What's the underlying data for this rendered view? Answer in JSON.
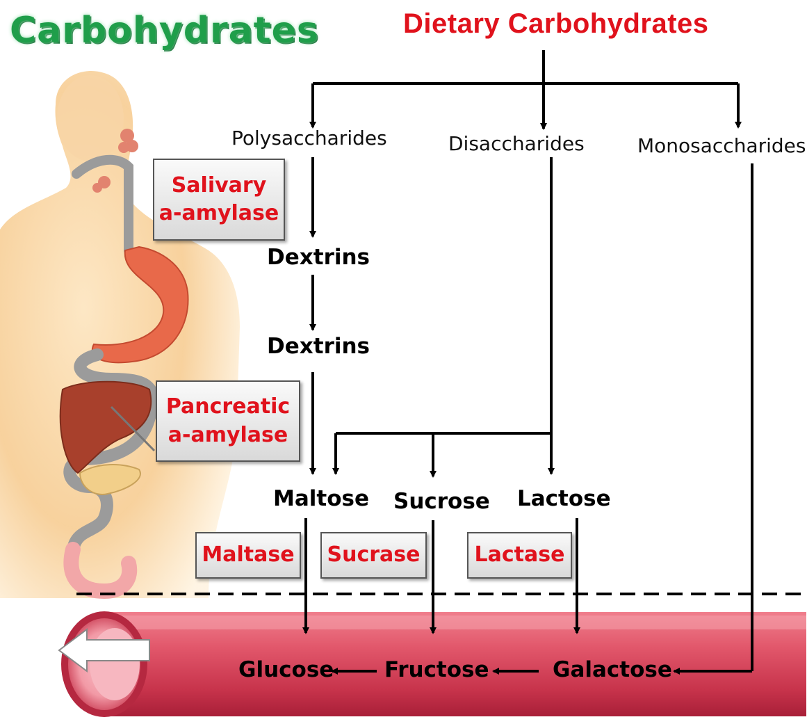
{
  "title": "Carbohydrates",
  "heading": "Dietary Carbohydrates",
  "categories": {
    "polysaccharides": "Polysaccharides",
    "disaccharides": "Disaccharides",
    "monosaccharides": "Monosaccharides"
  },
  "intermediates": {
    "dextrins_1": "Dextrins",
    "dextrins_2": "Dextrins",
    "maltose": "Maltose",
    "sucrose": "Sucrose",
    "lactose": "Lactose"
  },
  "enzymes": {
    "salivary_line1": "Salivary",
    "salivary_line2": "a-amylase",
    "pancreatic_line1": "Pancreatic",
    "pancreatic_line2": "a-amylase",
    "maltase": "Maltase",
    "sucrase": "Sucrase",
    "lactase": "Lactase"
  },
  "products": {
    "glucose": "Glucose",
    "fructose": "Fructose",
    "galactose": "Galactose"
  },
  "colors": {
    "title_green": "#1f9e4a",
    "enzyme_red": "#e0121c",
    "vessel_red": "#d9485e"
  }
}
